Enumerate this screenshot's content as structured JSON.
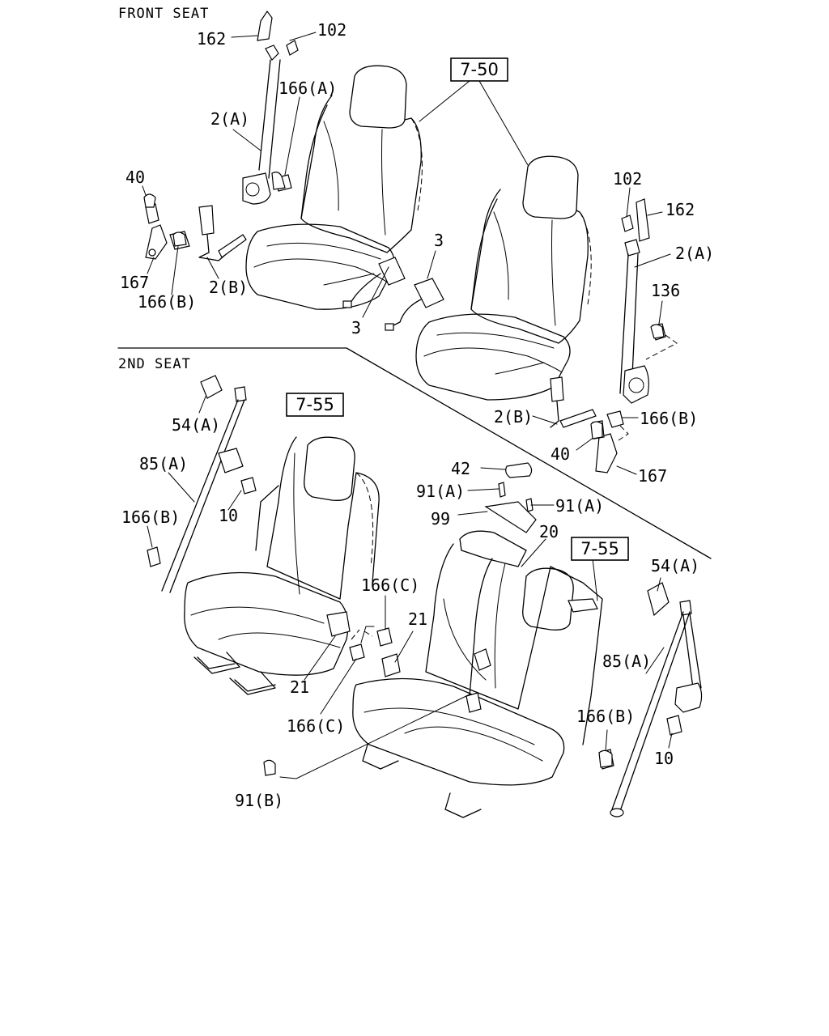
{
  "sections": {
    "front": "FRONT SEAT",
    "second": "2ND SEAT"
  },
  "refs": {
    "front_seat": "7-50",
    "second_seat_left": "7-55",
    "second_seat_right": "7-55"
  },
  "callouts": {
    "c162_a": "162",
    "c102_a": "102",
    "c166a": "166(A)",
    "c2a_a": "2(A)",
    "c40_a": "40",
    "c167_a": "167",
    "c166b_a": "166(B)",
    "c2b_a": "2(B)",
    "c3_a": "3",
    "c3_b": "3",
    "c102_b": "102",
    "c162_b": "162",
    "c2a_b": "2(A)",
    "c136": "136",
    "c2b_b": "2(B)",
    "c166b_b": "166(B)",
    "c40_b": "40",
    "c167_b": "167",
    "c54a_a": "54(A)",
    "c85a_a": "85(A)",
    "c10_a": "10",
    "c166b_c": "166(B)",
    "c42": "42",
    "c91a_a": "91(A)",
    "c91a_b": "91(A)",
    "c99": "99",
    "c20": "20",
    "c166c_a": "166(C)",
    "c21_a": "21",
    "c21_b": "21",
    "c166c_b": "166(C)",
    "c91b": "91(B)",
    "c54a_b": "54(A)",
    "c85a_b": "85(A)",
    "c166b_d": "166(B)",
    "c10_b": "10"
  }
}
